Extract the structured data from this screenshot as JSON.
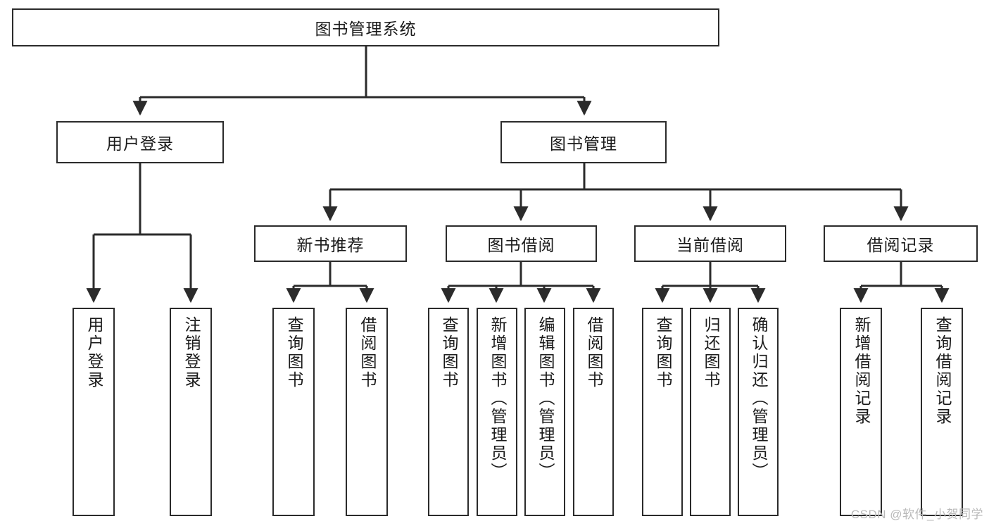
{
  "diagram": {
    "title": "图书管理系统",
    "type": "tree-hierarchy",
    "orientation": "top-down",
    "colors": {
      "box_border": "#2b2b2b",
      "box_fill": "#ffffff",
      "connector": "#2b2b2b",
      "text": "#1a1a1a",
      "watermark": "#b9b9b9"
    },
    "root": {
      "label": "图书管理系统"
    },
    "level2": [
      {
        "label": "用户登录"
      },
      {
        "label": "图书管理"
      }
    ],
    "level3": [
      {
        "label": "新书推荐"
      },
      {
        "label": "图书借阅"
      },
      {
        "label": "当前借阅"
      },
      {
        "label": "借阅记录"
      }
    ],
    "leaves": {
      "user_login": [
        {
          "label": "用户登录"
        },
        {
          "label": "注销登录"
        }
      ],
      "new_book_recommend": [
        {
          "label": "查询图书"
        },
        {
          "label": "借阅图书"
        }
      ],
      "book_borrow": [
        {
          "label": "查询图书"
        },
        {
          "label": "新增图书（管理员）"
        },
        {
          "label": "编辑图书（管理员）"
        },
        {
          "label": "借阅图书"
        }
      ],
      "current_borrow": [
        {
          "label": "查询图书"
        },
        {
          "label": "归还图书"
        },
        {
          "label": "确认归还（管理员）"
        }
      ],
      "borrow_record": [
        {
          "label": "新增借阅记录"
        },
        {
          "label": "查询借阅记录"
        }
      ]
    }
  },
  "watermark": {
    "text": "CSDN @软件_小贺同学"
  }
}
